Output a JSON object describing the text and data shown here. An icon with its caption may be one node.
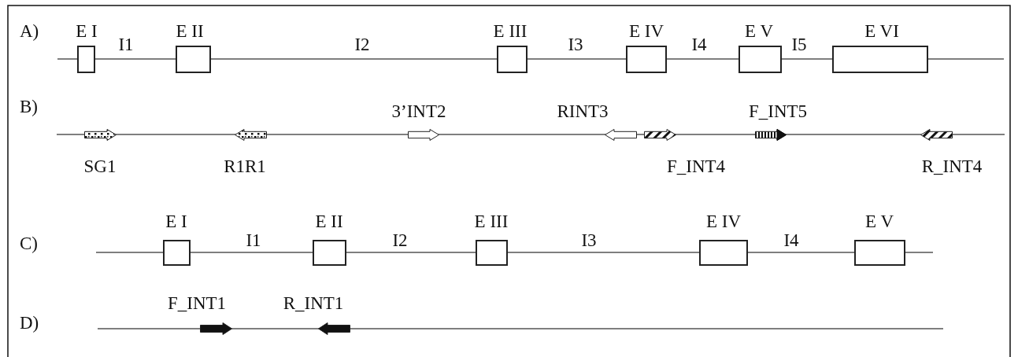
{
  "diagram": {
    "nodes": [
      {
        "text": [
          "E I"
        ]
      },
      {
        "text": [
          "E II"
        ]
      },
      {
        "text": [
          "E III"
        ]
      },
      {
        "text": [
          "E IV"
        ]
      },
      {
        "text": [
          "E V"
        ]
      },
      {
        "text": [
          "E VI"
        ]
      },
      {
        "text": [
          "SG1"
        ]
      },
      {
        "text": [
          "R1R1"
        ]
      },
      {
        "text": [
          "3’INT2"
        ]
      },
      {
        "text": [
          "RINT3"
        ]
      },
      {
        "text": [
          "F_INT4"
        ]
      },
      {
        "text": [
          "F_INT5"
        ]
      },
      {
        "text": [
          "R_INT4"
        ]
      },
      {
        "text": [
          "E I"
        ]
      },
      {
        "text": [
          "E II"
        ]
      },
      {
        "text": [
          "E III"
        ]
      },
      {
        "text": [
          "E IV"
        ]
      },
      {
        "text": [
          "E V"
        ]
      },
      {
        "text": [
          "F_INT1"
        ]
      },
      {
        "text": [
          "R_INT1"
        ]
      }
    ],
    "labels": [
      "A)",
      "I1",
      "I2",
      "I3",
      "I4",
      "I5",
      "B)",
      "C)",
      "I1",
      "I2",
      "I3",
      "I4",
      "D)"
    ]
  }
}
